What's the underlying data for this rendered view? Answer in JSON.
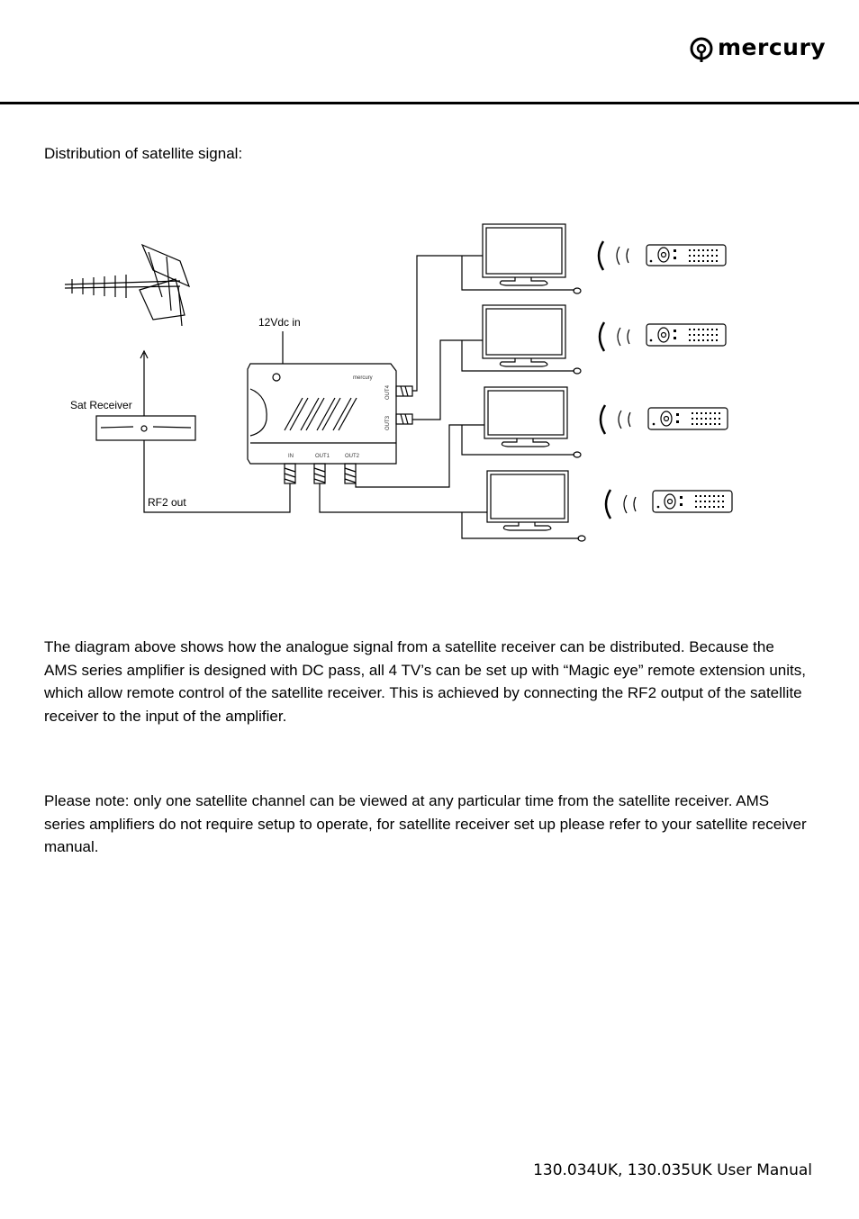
{
  "header": {
    "logo_text": "mercury"
  },
  "section": {
    "heading": "Distribution of satellite signal:"
  },
  "diagram": {
    "labels": {
      "power_in": "12Vdc in",
      "sat_receiver": "Sat Receiver",
      "rf2_out": "RF2 out",
      "port_in": "IN",
      "port_out1": "OUT1",
      "port_out2": "OUT2",
      "port_out3": "OUT3",
      "port_out4": "OUT4",
      "amp_brand": "mercury"
    }
  },
  "body": {
    "paragraph_1": "The diagram above shows how the analogue signal from a satellite receiver can be distributed. Because the AMS series amplifier is designed with DC pass, all 4 TV’s can be set up with “Magic eye” remote extension units, which allow remote control of the satellite receiver. This is achieved by connecting the RF2 output of the satellite receiver to the input of the amplifier.",
    "paragraph_2": "Please note: only one satellite channel can be viewed at any particular time from the satellite receiver. AMS series amplifiers do not require setup to operate, for satellite receiver set up please refer to your satellite receiver manual."
  },
  "footer": {
    "manual_title": "130.034UK, 130.035UK User Manual"
  }
}
